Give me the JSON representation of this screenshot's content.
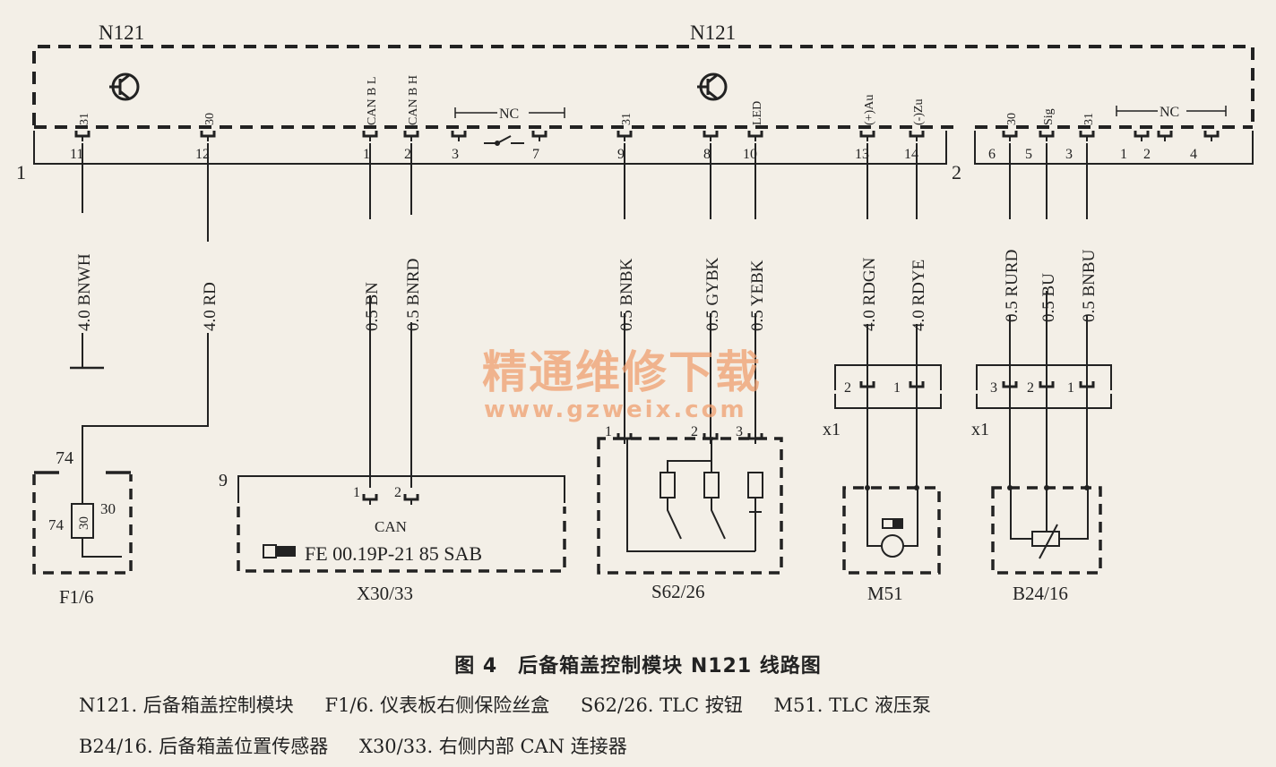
{
  "module_left_label": "N121",
  "module_right_label": "N121",
  "connector1_label": "1",
  "connector2_label": "2",
  "pins_c1": [
    {
      "num": "11",
      "sig": "31",
      "wire": "4.0 BNWH"
    },
    {
      "num": "12",
      "sig": "30",
      "wire": "4.0 RD"
    },
    {
      "num": "1",
      "sig": "CAN B L",
      "wire": "0.5 BN"
    },
    {
      "num": "2",
      "sig": "CAN B H",
      "wire": "0.5 BNRD"
    },
    {
      "num": "3",
      "sig": "",
      "wire": ""
    },
    {
      "num": "7",
      "sig": "",
      "wire": ""
    },
    {
      "num": "9",
      "sig": "31",
      "wire": "0.5 BNBK"
    },
    {
      "num": "8",
      "sig": "",
      "wire": "0.5 GYBK"
    },
    {
      "num": "10",
      "sig": "LED",
      "wire": "0.5 YEBK"
    },
    {
      "num": "13",
      "sig": "(+)Au",
      "wire": "4.0 RDGN"
    },
    {
      "num": "14",
      "sig": "(-)Zu",
      "wire": "4.0 RDYE"
    }
  ],
  "pins_c2": [
    {
      "num": "6",
      "sig": "30",
      "wire": "0.5 RURD"
    },
    {
      "num": "5",
      "sig": "Sig",
      "wire": "0.5 BU"
    },
    {
      "num": "3",
      "sig": "31",
      "wire": "0.5 BNBU"
    },
    {
      "num": "1",
      "sig": "",
      "wire": ""
    },
    {
      "num": "2",
      "sig": "",
      "wire": ""
    },
    {
      "num": "4",
      "sig": "",
      "wire": ""
    }
  ],
  "nc_label": "NC",
  "fuse": {
    "name": "F1/6",
    "top_num": "74",
    "pin_left": "74",
    "pin_right": "30",
    "fuse_val": "30"
  },
  "can_conn": {
    "name": "X30/33",
    "num": "9",
    "pin1": "1",
    "pin2": "2",
    "label": "CAN",
    "ref": "FE 00.19P-21 85 SAB"
  },
  "switch": {
    "name": "S62/26",
    "pins": [
      "1",
      "2",
      "3"
    ]
  },
  "pump": {
    "name": "M51",
    "conn": "x1",
    "pins": [
      "2",
      "1"
    ]
  },
  "sensor": {
    "name": "B24/16",
    "conn": "x1",
    "pins": [
      "3",
      "2",
      "1"
    ]
  },
  "watermark": {
    "cn": "精通维修下载",
    "url": "www.gzweix.com"
  },
  "caption": {
    "title": "图 4　后备箱盖控制模块 N121 线路图",
    "line1": [
      "N121. 后备箱盖控制模块",
      "F1/6. 仪表板右侧保险丝盒",
      "S62/26. TLC 按钮",
      "M51. TLC 液压泵"
    ],
    "line2": [
      "B24/16. 后备箱盖位置传感器",
      "X30/33. 右侧内部 CAN 连接器"
    ]
  },
  "colors": {
    "ink": "#222222",
    "paper": "#f3efe7",
    "watermark": "#f0a070"
  }
}
